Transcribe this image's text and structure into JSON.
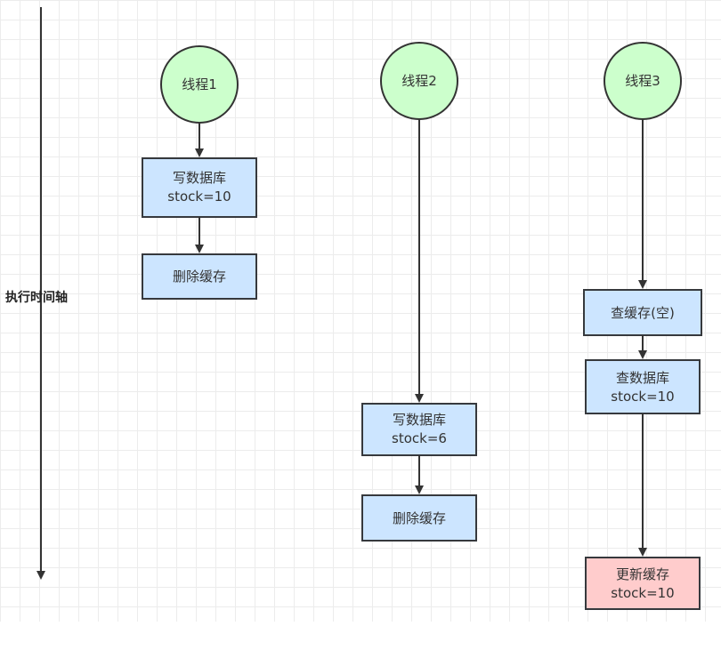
{
  "axis": {
    "label": "执行时间轴"
  },
  "colors": {
    "thread_fill": "#ccffcc",
    "process_fill": "#cce5ff",
    "process_stroke": "#36393d",
    "highlight_fill": "#ffcccc",
    "line": "#333333"
  },
  "threads": [
    {
      "name": "线程1",
      "steps": [
        {
          "lines": [
            "写数据库",
            "stock=10"
          ]
        },
        {
          "lines": [
            "删除缓存"
          ]
        }
      ]
    },
    {
      "name": "线程2",
      "steps": [
        {
          "lines": [
            "写数据库",
            "stock=6"
          ]
        },
        {
          "lines": [
            "删除缓存"
          ]
        }
      ]
    },
    {
      "name": "线程3",
      "steps": [
        {
          "lines": [
            "查缓存(空)"
          ]
        },
        {
          "lines": [
            "查数据库",
            "stock=10"
          ]
        },
        {
          "lines": [
            "更新缓存",
            "stock=10"
          ],
          "highlight": true
        }
      ]
    }
  ]
}
